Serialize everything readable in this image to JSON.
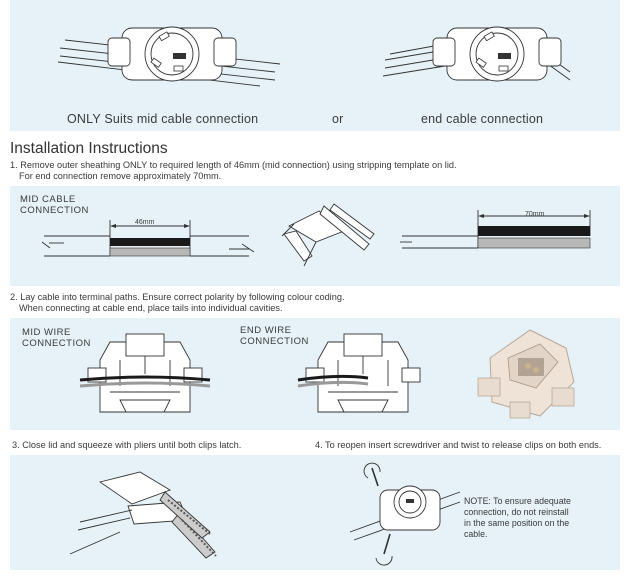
{
  "top_panel": {
    "caption_left": "ONLY Suits mid cable connection",
    "caption_or": "or",
    "caption_right": "end cable connection"
  },
  "heading": "Installation Instructions",
  "step1": {
    "line1": "1. Remove outer sheathing ONLY to required length of 46mm (mid connection) using stripping template on lid.",
    "line2": "For end connection remove approximately 70mm."
  },
  "mid_cable": {
    "label_line1": "MID CABLE",
    "label_line2": "CONNECTION",
    "dimension": "46mm"
  },
  "end_cable": {
    "dimension": "70mm"
  },
  "step2": {
    "line1": "2. Lay cable into terminal paths. Ensure correct polarity by following colour coding.",
    "line2": "When connecting at cable end, place tails into individual cavities."
  },
  "mid_wire": {
    "label_line1": "MID WIRE",
    "label_line2": "CONNECTION"
  },
  "end_wire": {
    "label_line1": "END WIRE",
    "label_line2": "CONNECTION"
  },
  "step3": "3. Close lid and squeeze with pliers until both clips latch.",
  "step4": "4. To reopen insert screwdriver and twist to release clips on both ends.",
  "note": {
    "line1": "NOTE: To ensure adequate",
    "line2": "connection, do not reinstall",
    "line3": "in the same position on the",
    "line4": "cable."
  },
  "colors": {
    "panel": "#e6f2f8",
    "text": "#3a3a3a",
    "wire_black": "#1a1a1a",
    "wire_grey": "#b8b8b8",
    "socket_body": "#efe3d8"
  }
}
